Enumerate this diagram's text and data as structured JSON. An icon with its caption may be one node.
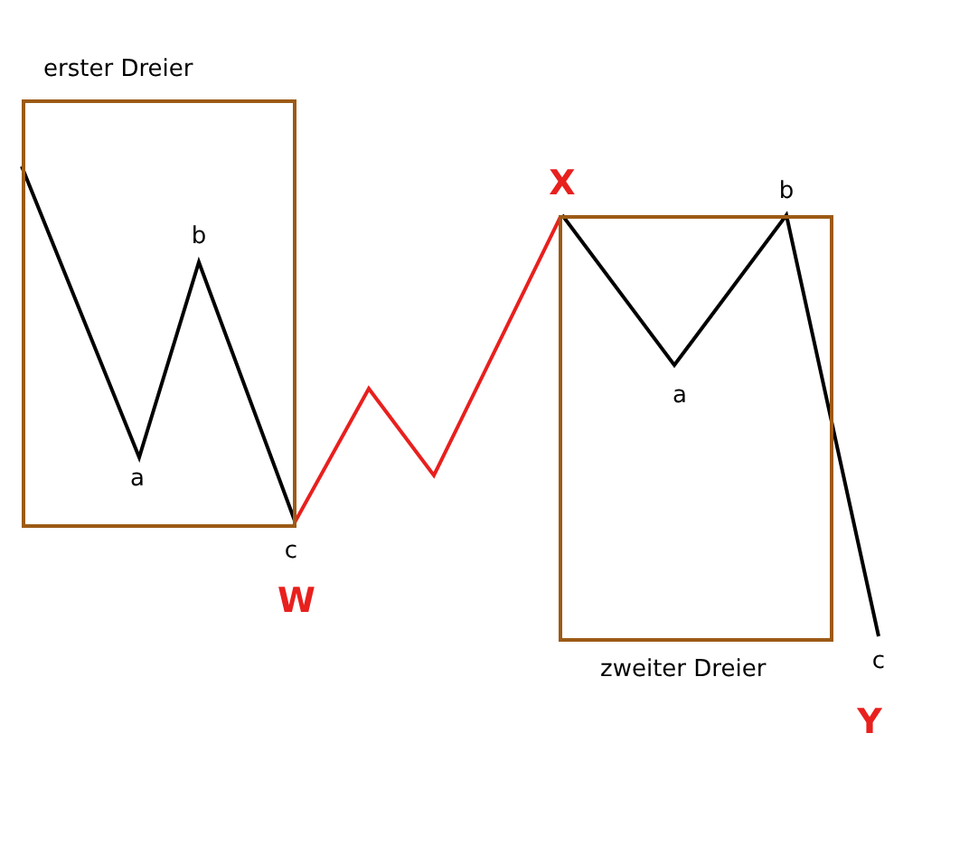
{
  "diagram": {
    "nodes": [
      {
        "text": [
          "erster Dreier"
        ]
      },
      {
        "text": [
          "zweiter Dreier"
        ]
      }
    ],
    "edges": [
      {
        "from": 0,
        "to": 1,
        "arrow": "none",
        "color": "#e8201e"
      }
    ],
    "labels": [
      "X",
      "b",
      "b",
      "a",
      "a",
      "c",
      "W",
      "c",
      "Y"
    ]
  }
}
